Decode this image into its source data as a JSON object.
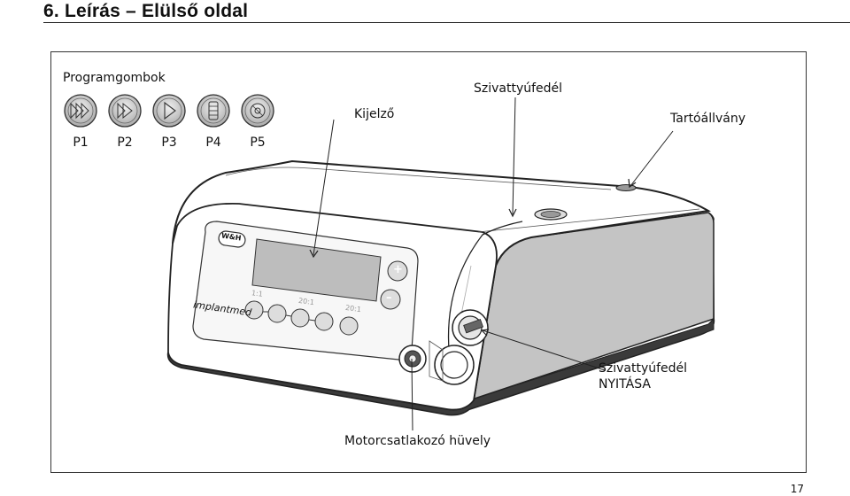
{
  "header": {
    "title": "6. Leírás – Elülső oldal"
  },
  "labels": {
    "program_buttons": "Programgombok",
    "display": "Kijelző",
    "pump_cover": "Szivattyúfedél",
    "holder": "Tartóállvány",
    "pump_cover_open_line1": "Szivattyúfedél",
    "pump_cover_open_line2": "NYITÁSA",
    "motor_socket": "Motorcsatlakozó hüvely"
  },
  "program_keys": [
    {
      "label": "P1",
      "icon": "fast-forward-double-icon"
    },
    {
      "label": "P2",
      "icon": "fast-forward-icon"
    },
    {
      "label": "P3",
      "icon": "play-icon"
    },
    {
      "label": "P4",
      "icon": "drill-bit-icon"
    },
    {
      "label": "P5",
      "icon": "handpiece-icon"
    }
  ],
  "device_panel": {
    "brand_logo": "W&H",
    "product_name": "implantmed",
    "ratio_labels": [
      "1:1",
      "20:1",
      "20:1"
    ],
    "plus_symbol": "+",
    "minus_symbol": "–"
  },
  "footer": {
    "page_number": "17"
  }
}
